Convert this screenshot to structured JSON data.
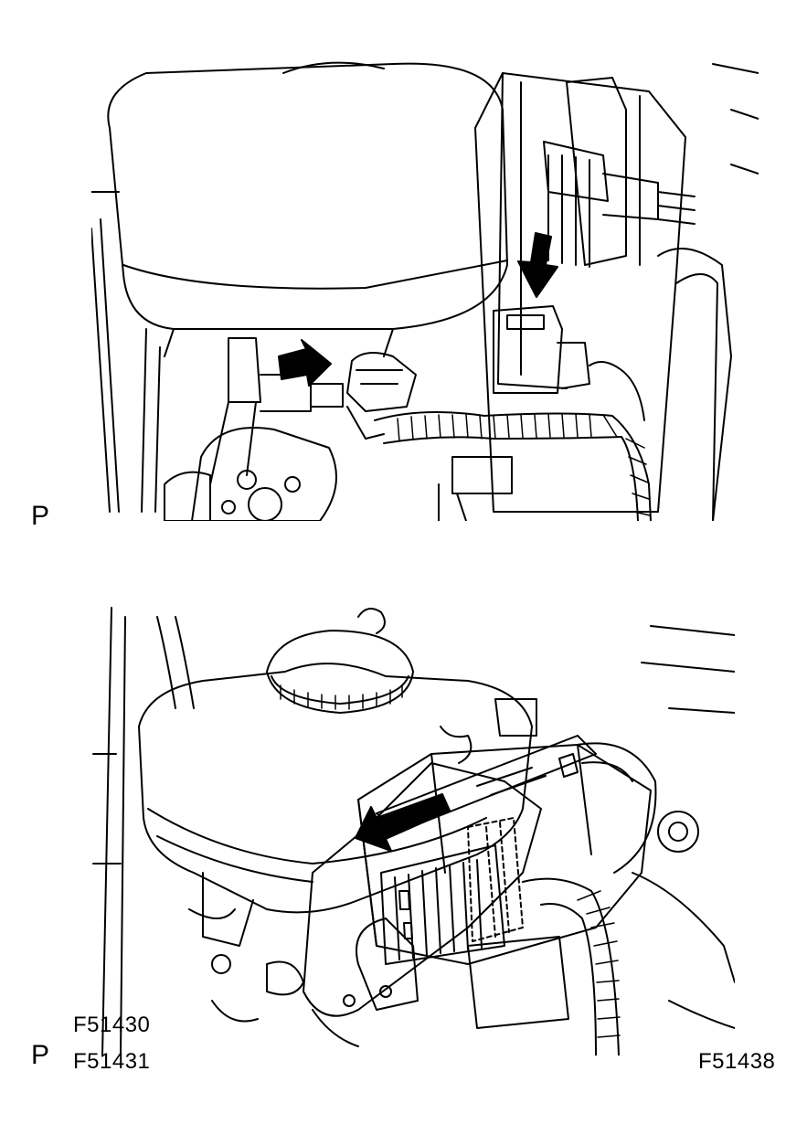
{
  "view_marks": [
    "P",
    "P"
  ],
  "figure_codes": [
    "F51430",
    "F51431",
    "F51438"
  ],
  "icons": {
    "top_panel_arrows": [
      "arrow-right-icon",
      "arrow-down-icon"
    ],
    "bottom_panel_arrows": [
      "arrow-left-icon"
    ]
  },
  "colors": {
    "line": "#000000",
    "background": "#ffffff"
  }
}
